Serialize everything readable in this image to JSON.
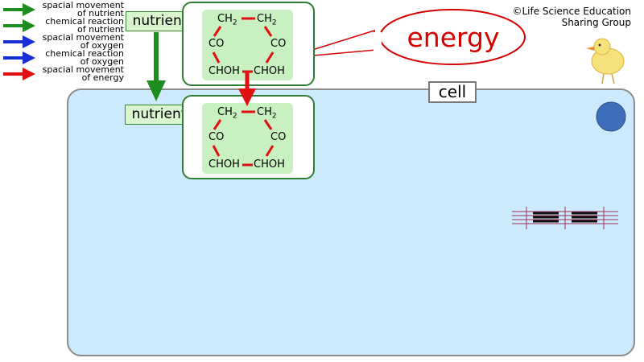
{
  "legend": [
    {
      "text": "spacial movement of nutrient",
      "color": "#1e8c1e"
    },
    {
      "text": "chemical reaction of nutrient",
      "color": "#1e8c1e"
    },
    {
      "text": "spacial movement of oxygen",
      "color": "#1a2ed6"
    },
    {
      "text": "chemical reaction of oxygen",
      "color": "#1a2ed6"
    },
    {
      "text": "spacial movement of energy",
      "color": "#e01010"
    }
  ],
  "legend_lines": [
    [
      "spacial movement",
      "of nutrient"
    ],
    [
      "chemical reaction",
      "of nutrient"
    ],
    [
      "spacial movement",
      "of oxygen"
    ],
    [
      "chemical reaction",
      "of oxygen"
    ],
    [
      "spacial movement",
      "of energy"
    ]
  ],
  "copyright": {
    "line1": "©Life Science Education",
    "line2": "Sharing Group"
  },
  "cell_label": "cell",
  "energy_label": "energy",
  "nutrient_outside": "nutrient",
  "nutrient_inside": "nutrient",
  "molecule": {
    "ch2_left": "CH",
    "ch2_right": "CH",
    "sub": "2",
    "co_left": "CO",
    "co_right": "CO",
    "chohs_left": "CHOH",
    "chohs_right": "CHOH"
  },
  "colors": {
    "cell_fill": "#cde9fc",
    "nutrient_box": "#d8f5cf",
    "energy_red": "#d50000",
    "bond_red": "#e01010",
    "arrow_green": "#1e8c1e"
  }
}
